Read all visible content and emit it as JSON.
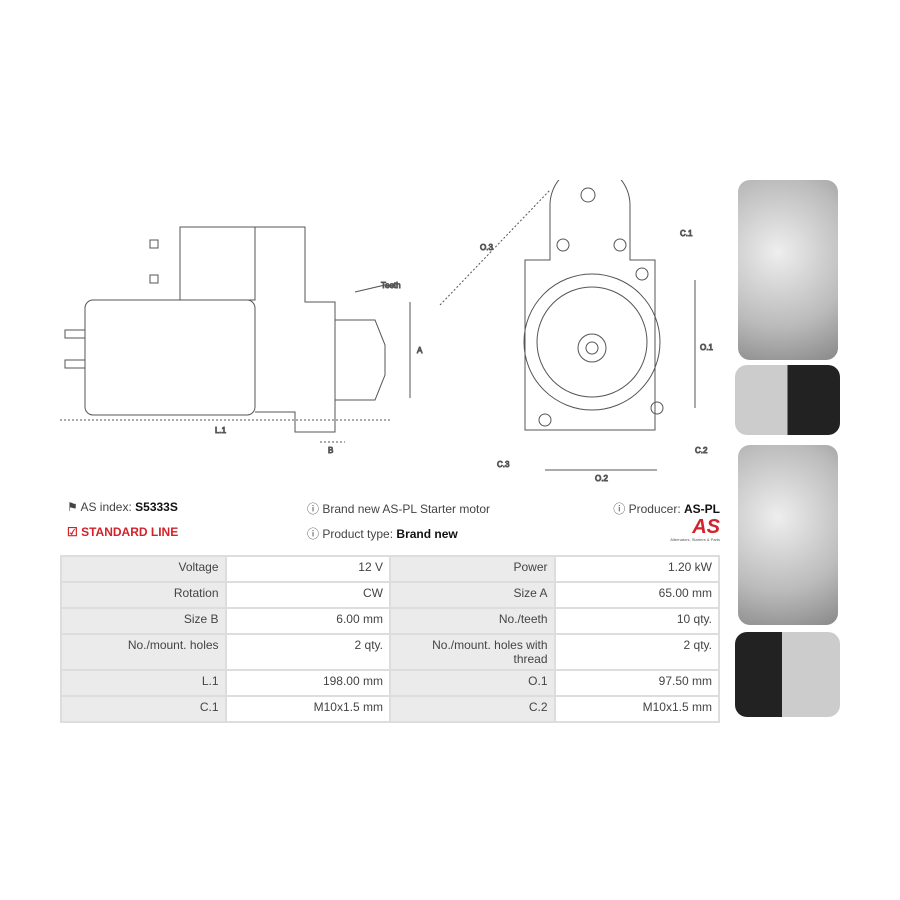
{
  "diagram": {
    "side": {
      "teeth": "Teeth",
      "a": "A",
      "l1": "L.1",
      "b": "B"
    },
    "front": {
      "o3": "O.3",
      "c1": "C.1",
      "o1": "O.1",
      "c2": "C.2",
      "c3": "C.3",
      "o2": "O.2"
    }
  },
  "info": {
    "as_index_label": "AS index:",
    "as_index_value": "S5333S",
    "standard_line": "STANDARD LINE",
    "description": "Brand new AS-PL Starter motor",
    "product_type_label": "Product type:",
    "product_type_value": "Brand new",
    "producer_label": "Producer:",
    "producer_value": "AS-PL",
    "logo_text": "AS",
    "logo_tagline": "Alternators, Starters & Parts"
  },
  "specs": [
    [
      "Voltage",
      "12 V",
      "Power",
      "1.20 kW"
    ],
    [
      "Rotation",
      "CW",
      "Size A",
      "65.00 mm"
    ],
    [
      "Size B",
      "6.00 mm",
      "No./teeth",
      "10 qty."
    ],
    [
      "No./mount. holes",
      "2 qty.",
      "No./mount. holes with thread",
      "2 qty."
    ],
    [
      "L.1",
      "198.00 mm",
      "O.1",
      "97.50 mm"
    ],
    [
      "C.1",
      "M10x1.5 mm",
      "C.2",
      "M10x1.5 mm"
    ]
  ],
  "colors": {
    "accent": "#d3222a"
  }
}
